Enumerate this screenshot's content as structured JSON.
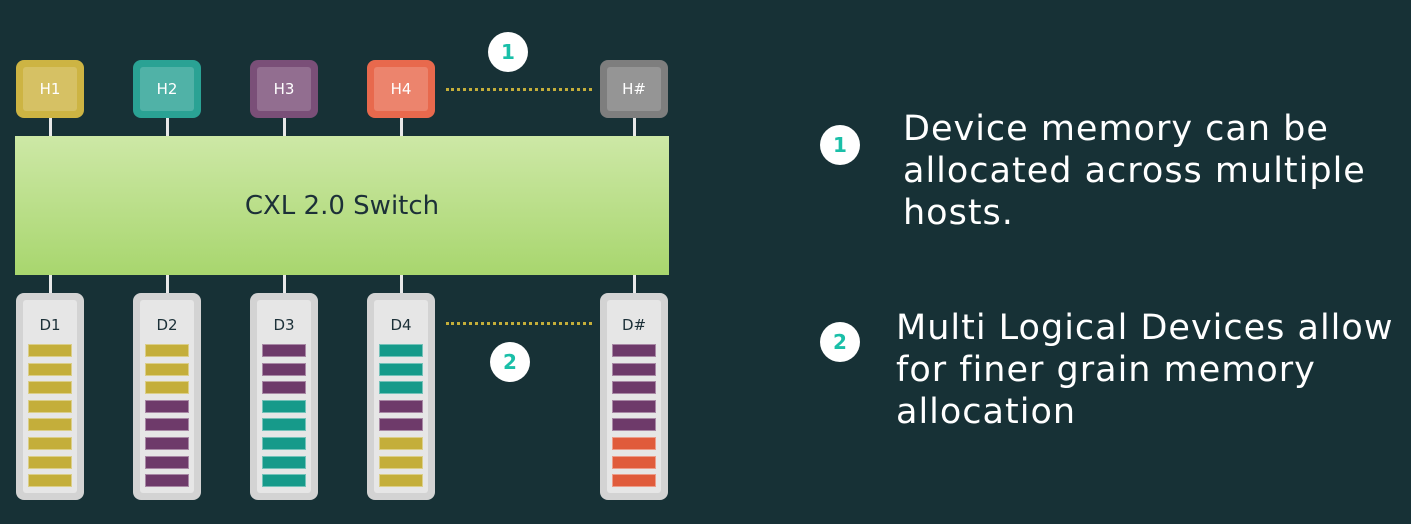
{
  "colors": {
    "yellow": "#c4ae3a",
    "teal": "#169a8a",
    "purple": "#6e3a6a",
    "orange": "#e05b3b",
    "gray": "#7a7a7a"
  },
  "hosts": [
    {
      "label": "H1",
      "color": "#cdb443"
    },
    {
      "label": "H2",
      "color": "#2aa294"
    },
    {
      "label": "H3",
      "color": "#7a4f78"
    },
    {
      "label": "H4",
      "color": "#e8694d"
    },
    {
      "label": "H#",
      "color": "#7e7e7e"
    }
  ],
  "switch_label": "CXL 2.0 Switch",
  "devices": [
    {
      "label": "D1",
      "slots": [
        "yellow",
        "yellow",
        "yellow",
        "yellow",
        "yellow",
        "yellow",
        "yellow",
        "yellow"
      ]
    },
    {
      "label": "D2",
      "slots": [
        "yellow",
        "yellow",
        "yellow",
        "purple",
        "purple",
        "purple",
        "purple",
        "purple"
      ]
    },
    {
      "label": "D3",
      "slots": [
        "purple",
        "purple",
        "purple",
        "teal",
        "teal",
        "teal",
        "teal",
        "teal"
      ]
    },
    {
      "label": "D4",
      "slots": [
        "teal",
        "teal",
        "teal",
        "purple",
        "purple",
        "yellow",
        "yellow",
        "yellow"
      ]
    },
    {
      "label": "D#",
      "slots": [
        "purple",
        "purple",
        "purple",
        "purple",
        "purple",
        "orange",
        "orange",
        "orange"
      ]
    }
  ],
  "badges": [
    "1",
    "2"
  ],
  "notes": [
    {
      "number": "1",
      "text": "Device memory can be allocated across multiple hosts."
    },
    {
      "number": "2",
      "text": "Multi Logical Devices allow for finer grain memory allocation"
    }
  ]
}
